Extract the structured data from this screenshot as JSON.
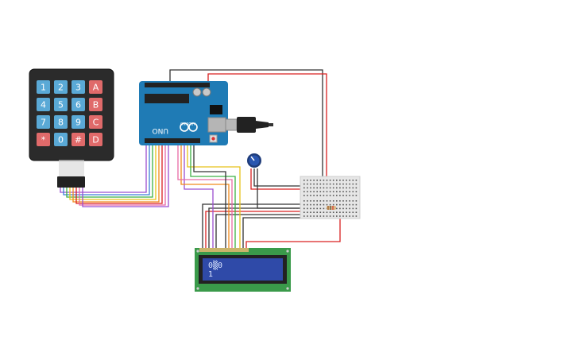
{
  "keypad": {
    "rows": [
      [
        "1",
        "2",
        "3",
        "A"
      ],
      [
        "4",
        "5",
        "6",
        "B"
      ],
      [
        "7",
        "8",
        "9",
        "C"
      ],
      [
        "*",
        "0",
        "#",
        "D"
      ]
    ],
    "colors": {
      "number": "#5aa9d6",
      "letter": "#e06a6a",
      "body": "#2b2b2b"
    }
  },
  "arduino": {
    "label_main": "UNO",
    "label_brand": "ARDUINO",
    "colors": {
      "board": "#1f7bb5",
      "chip": "#222222"
    }
  },
  "lcd": {
    "line1": "0▒0",
    "line2": "1",
    "colors": {
      "pcb": "#3a9a4a",
      "screen": "#2f4aa8"
    }
  },
  "wire_colors": {
    "red": "#d92020",
    "black": "#333333",
    "yellow": "#e8c21a",
    "green": "#3cb043",
    "orange": "#f08a1c",
    "purple": "#9b4fd0",
    "pink": "#e86aa6",
    "blue": "#3a7fd6"
  }
}
